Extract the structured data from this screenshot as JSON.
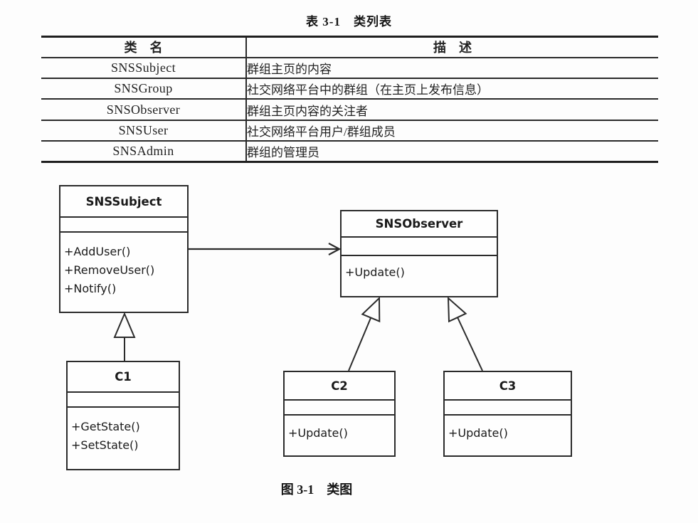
{
  "page": {
    "table_title": "表 3-1　类列表",
    "figure_caption": "图 3-1　类图"
  },
  "table": {
    "headers": {
      "name": "类　名",
      "desc": "描　述"
    },
    "rows": [
      {
        "name": "SNSSubject",
        "desc": "群组主页的内容"
      },
      {
        "name": "SNSGroup",
        "desc": "社交网络平台中的群组（在主页上发布信息）"
      },
      {
        "name": "SNSObserver",
        "desc": "群组主页内容的关注者"
      },
      {
        "name": "SNSUser",
        "desc": "社交网络平台用户/群组成员"
      },
      {
        "name": "SNSAdmin",
        "desc": "群组的管理员"
      }
    ]
  },
  "diagram": {
    "classes": [
      {
        "name": "SNSSubject",
        "attributes": [],
        "methods": [
          "+AddUser()",
          "+RemoveUser()",
          "+Notify()"
        ]
      },
      {
        "name": "SNSObserver",
        "attributes": [],
        "methods": [
          "+Update()"
        ]
      },
      {
        "name": "C1",
        "attributes": [],
        "methods": [
          "+GetState()",
          "+SetState()"
        ]
      },
      {
        "name": "C2",
        "attributes": [],
        "methods": [
          "+Update()"
        ]
      },
      {
        "name": "C3",
        "attributes": [],
        "methods": [
          "+Update()"
        ]
      }
    ],
    "relations": [
      {
        "from": "SNSSubject",
        "to": "SNSObserver",
        "type": "association"
      },
      {
        "from": "C1",
        "to": "SNSSubject",
        "type": "generalization"
      },
      {
        "from": "C2",
        "to": "SNSObserver",
        "type": "generalization"
      },
      {
        "from": "C3",
        "to": "SNSObserver",
        "type": "generalization"
      }
    ]
  },
  "colors": {
    "background": "#fdfdfd",
    "line": "#2b2b2b",
    "text": "#1c1c1c"
  }
}
